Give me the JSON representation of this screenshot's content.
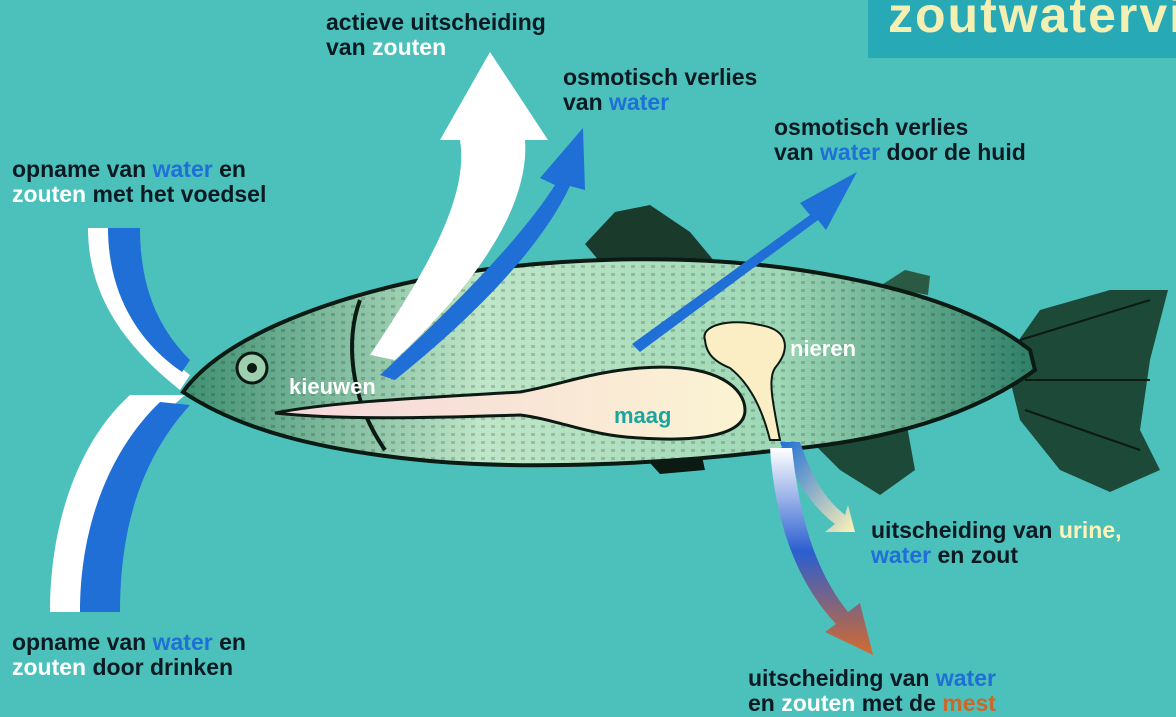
{
  "title": "zoutwatervi",
  "labels": {
    "secretion_salts": {
      "p1": "actieve uitscheiding",
      "p2": "van ",
      "p3": "zouten"
    },
    "osmotic_loss": {
      "p1": "osmotisch verlies",
      "p2": "van ",
      "p3": "water"
    },
    "osmotic_loss_skin": {
      "p1": "osmotisch verlies",
      "p2": "van ",
      "p3": "water",
      "p4": " door de huid"
    },
    "intake_food": {
      "p1": "opname van ",
      "p2": "water",
      "p3": " en",
      "p4": "zouten",
      "p5": " met het voedsel"
    },
    "intake_drink": {
      "p1": "opname van ",
      "p2": "water",
      "p3": " en",
      "p4": "zouten",
      "p5": " door drinken"
    },
    "urine": {
      "p1": "uitscheiding van ",
      "p2": "urine,",
      "p3": "water",
      "p4": " en zout"
    },
    "feces": {
      "p1": "uitscheiding van ",
      "p2": "water",
      "p3": "en ",
      "p4": "zouten",
      "p5": " met de ",
      "p6": "mest"
    }
  },
  "organs": {
    "gills": "kieuwen",
    "stomach": "maag",
    "kidneys": "nieren"
  },
  "colors": {
    "background": "#4cc1bb",
    "water": "#1f6fd6",
    "salts": "#ffffff",
    "urine": "#fff3b8",
    "mest": "#c8682a",
    "text": "#0b1a22",
    "title_bg": "#28a9b6",
    "title_text": "#f4f0b4"
  }
}
